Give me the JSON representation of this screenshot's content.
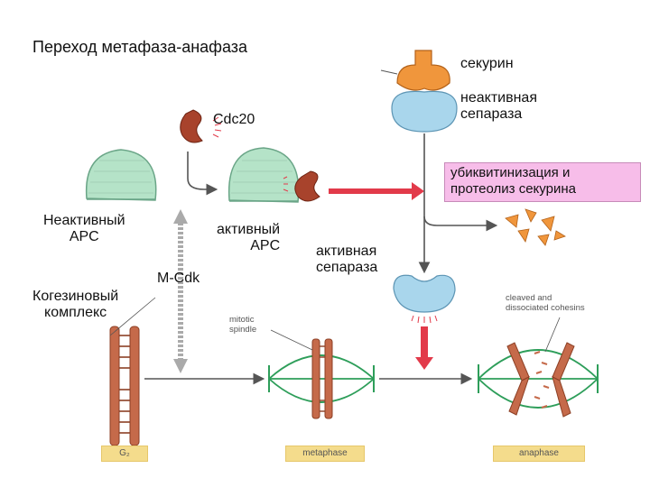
{
  "title": "Переход метафаза-анафаза",
  "labels": {
    "securin": "секурин",
    "inactive_separase": "неактивная\nсепараза",
    "cdc20": "Cdc20",
    "ubiquitination": "убиквитинизация и\nпротеолиз секурина",
    "inactive_apc": "Неактивный\nAPC",
    "active_apc": "активный\nAPC",
    "active_separase": "активная\nсепараза",
    "mcdk": "M-Cdk",
    "cohesin_complex": "Когезиновый\nкомплекс",
    "mitotic_spindle": "mitotic\nspindle",
    "cleaved_cohesins": "cleaved and\ndissociated cohesins"
  },
  "stages": {
    "g2": "G₂",
    "metaphase": "metaphase",
    "anaphase": "anaphase"
  },
  "colors": {
    "apc": "#b5e3c8",
    "apc_stroke": "#6aa587",
    "securin": "#f0963c",
    "securin_stroke": "#b3621a",
    "separase": "#a9d6ec",
    "separase_stroke": "#5d95b4",
    "cdc20": "#a8432c",
    "chromosome": "#c56a4a",
    "spindle": "#2e9e5a",
    "arrow_red": "#e23a4a",
    "stage_bar": "#f4dc8c",
    "ubiq_box": "#f7bde9"
  }
}
